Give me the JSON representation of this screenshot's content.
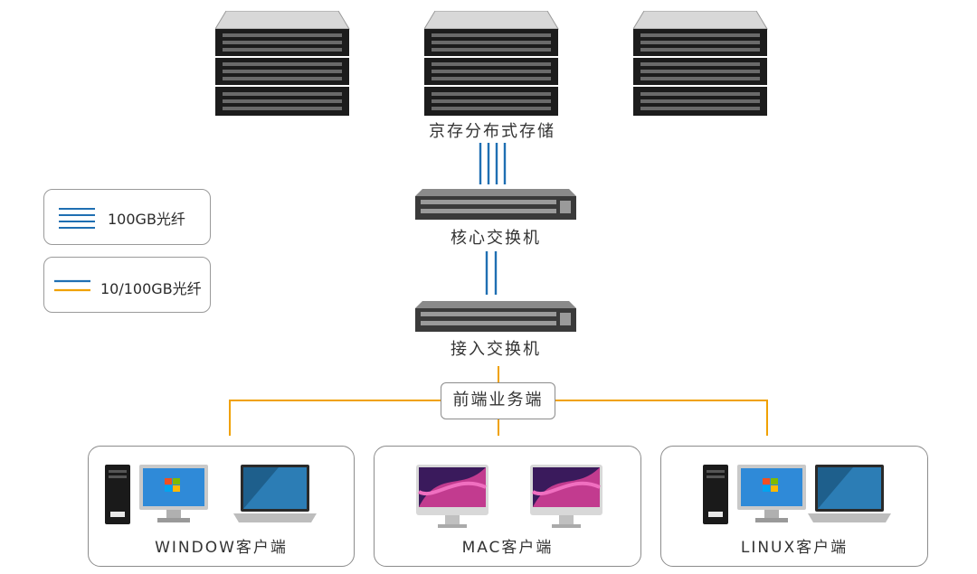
{
  "storage": {
    "label": "京存分布式存储"
  },
  "core_switch": {
    "label": "核心交换机"
  },
  "access_switch": {
    "label": "接入交换机"
  },
  "frontend": {
    "label": "前端业务端"
  },
  "legend": [
    {
      "label": "100GB光纤",
      "line_colors": [
        "#1f6fb2",
        "#1f6fb2",
        "#1f6fb2",
        "#1f6fb2"
      ]
    },
    {
      "label": "10/100GB光纤",
      "line_colors": [
        "#1f6fb2",
        "#f0a100"
      ]
    }
  ],
  "clients": [
    {
      "label": "WINDOW客户端",
      "devices": [
        "pc-tower-icon",
        "windows-monitor-icon",
        "laptop-icon"
      ]
    },
    {
      "label": "MAC客户端",
      "devices": [
        "imac-icon",
        "imac-icon"
      ]
    },
    {
      "label": "LINUX客户端",
      "devices": [
        "pc-tower-icon",
        "windows-monitor-icon",
        "laptop-icon"
      ]
    }
  ],
  "colors": {
    "fiber_100gb": "#1f6fb2",
    "fiber_10gb": "#f0a100"
  }
}
